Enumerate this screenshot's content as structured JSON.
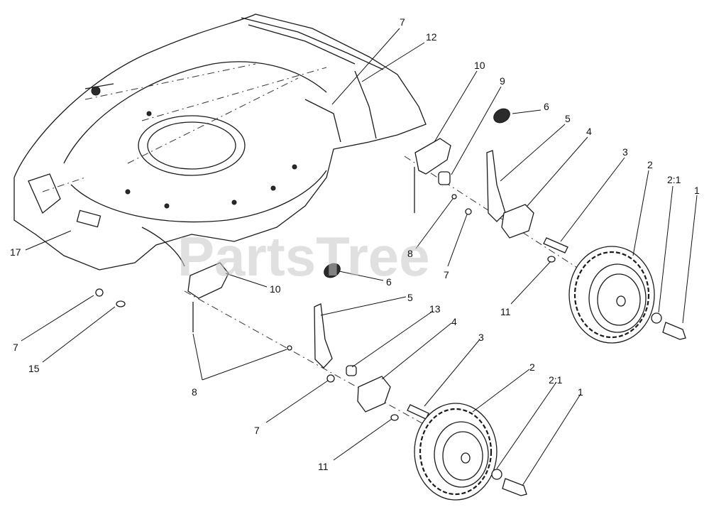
{
  "watermark": "PartsTree",
  "callouts": [
    {
      "id": "c-7-top",
      "label": "7"
    },
    {
      "id": "c-12",
      "label": "12"
    },
    {
      "id": "c-10-top",
      "label": "10"
    },
    {
      "id": "c-9",
      "label": "9"
    },
    {
      "id": "c-6-top",
      "label": "6"
    },
    {
      "id": "c-5-top",
      "label": "5"
    },
    {
      "id": "c-4-top",
      "label": "4"
    },
    {
      "id": "c-3-top",
      "label": "3"
    },
    {
      "id": "c-2-top",
      "label": "2"
    },
    {
      "id": "c-21-top",
      "label": "2:1"
    },
    {
      "id": "c-1-top",
      "label": "1"
    },
    {
      "id": "c-17",
      "label": "17"
    },
    {
      "id": "c-8-right",
      "label": "8"
    },
    {
      "id": "c-7-mid",
      "label": "7"
    },
    {
      "id": "c-11-top",
      "label": "11"
    },
    {
      "id": "c-10-bottom",
      "label": "10"
    },
    {
      "id": "c-6-bottom",
      "label": "6"
    },
    {
      "id": "c-5-bottom",
      "label": "5"
    },
    {
      "id": "c-13",
      "label": "13"
    },
    {
      "id": "c-4-bottom",
      "label": "4"
    },
    {
      "id": "c-3-bottom",
      "label": "3"
    },
    {
      "id": "c-2-bottom",
      "label": "2"
    },
    {
      "id": "c-21-bottom",
      "label": "2:1"
    },
    {
      "id": "c-1-bottom",
      "label": "1"
    },
    {
      "id": "c-7-left",
      "label": "7"
    },
    {
      "id": "c-15",
      "label": "15"
    },
    {
      "id": "c-8-left",
      "label": "8"
    },
    {
      "id": "c-7-bottom",
      "label": "7"
    },
    {
      "id": "c-11-bottom",
      "label": "11"
    }
  ]
}
